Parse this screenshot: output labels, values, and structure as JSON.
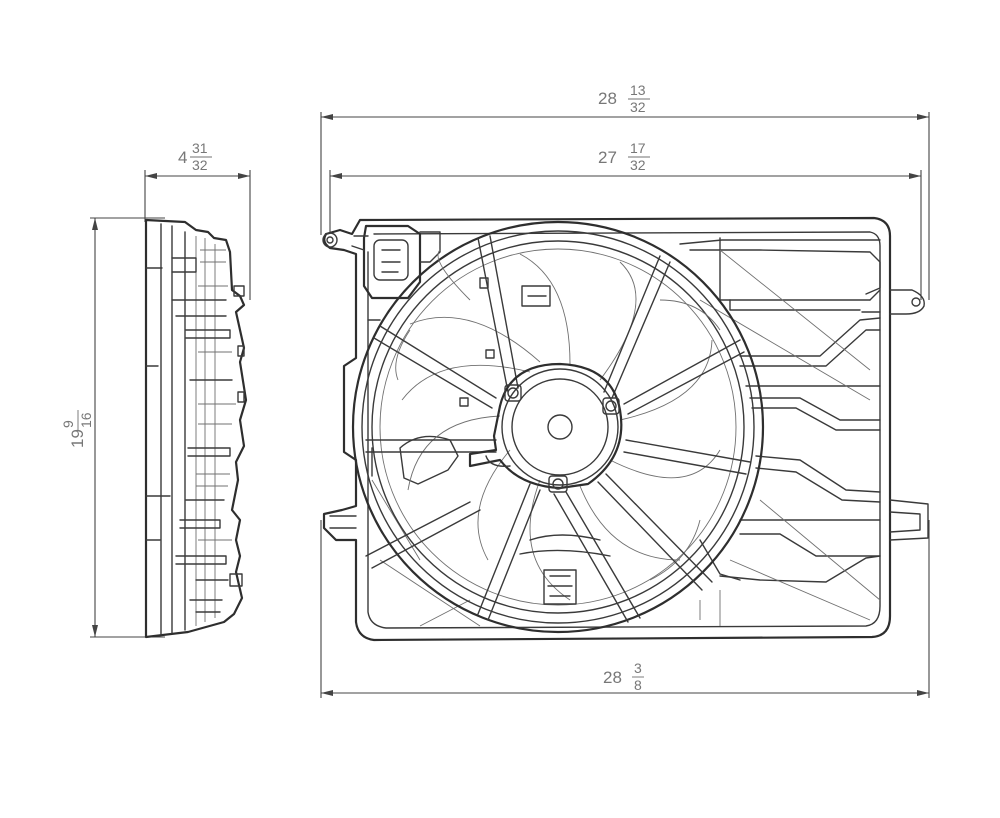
{
  "dimensions": {
    "overall_width": {
      "whole": "28",
      "num": "13",
      "den": "32"
    },
    "inner_width": {
      "whole": "27",
      "num": "17",
      "den": "32"
    },
    "bottom_width": {
      "whole": "28",
      "num": "3",
      "den": "8"
    },
    "depth": {
      "whole": "4",
      "num": "31",
      "den": "32"
    },
    "height": {
      "whole": "19",
      "num": "9",
      "den": "16"
    }
  },
  "colors": {
    "line": "#3a3a3a",
    "dimension_text": "#777777",
    "background": "#ffffff"
  }
}
